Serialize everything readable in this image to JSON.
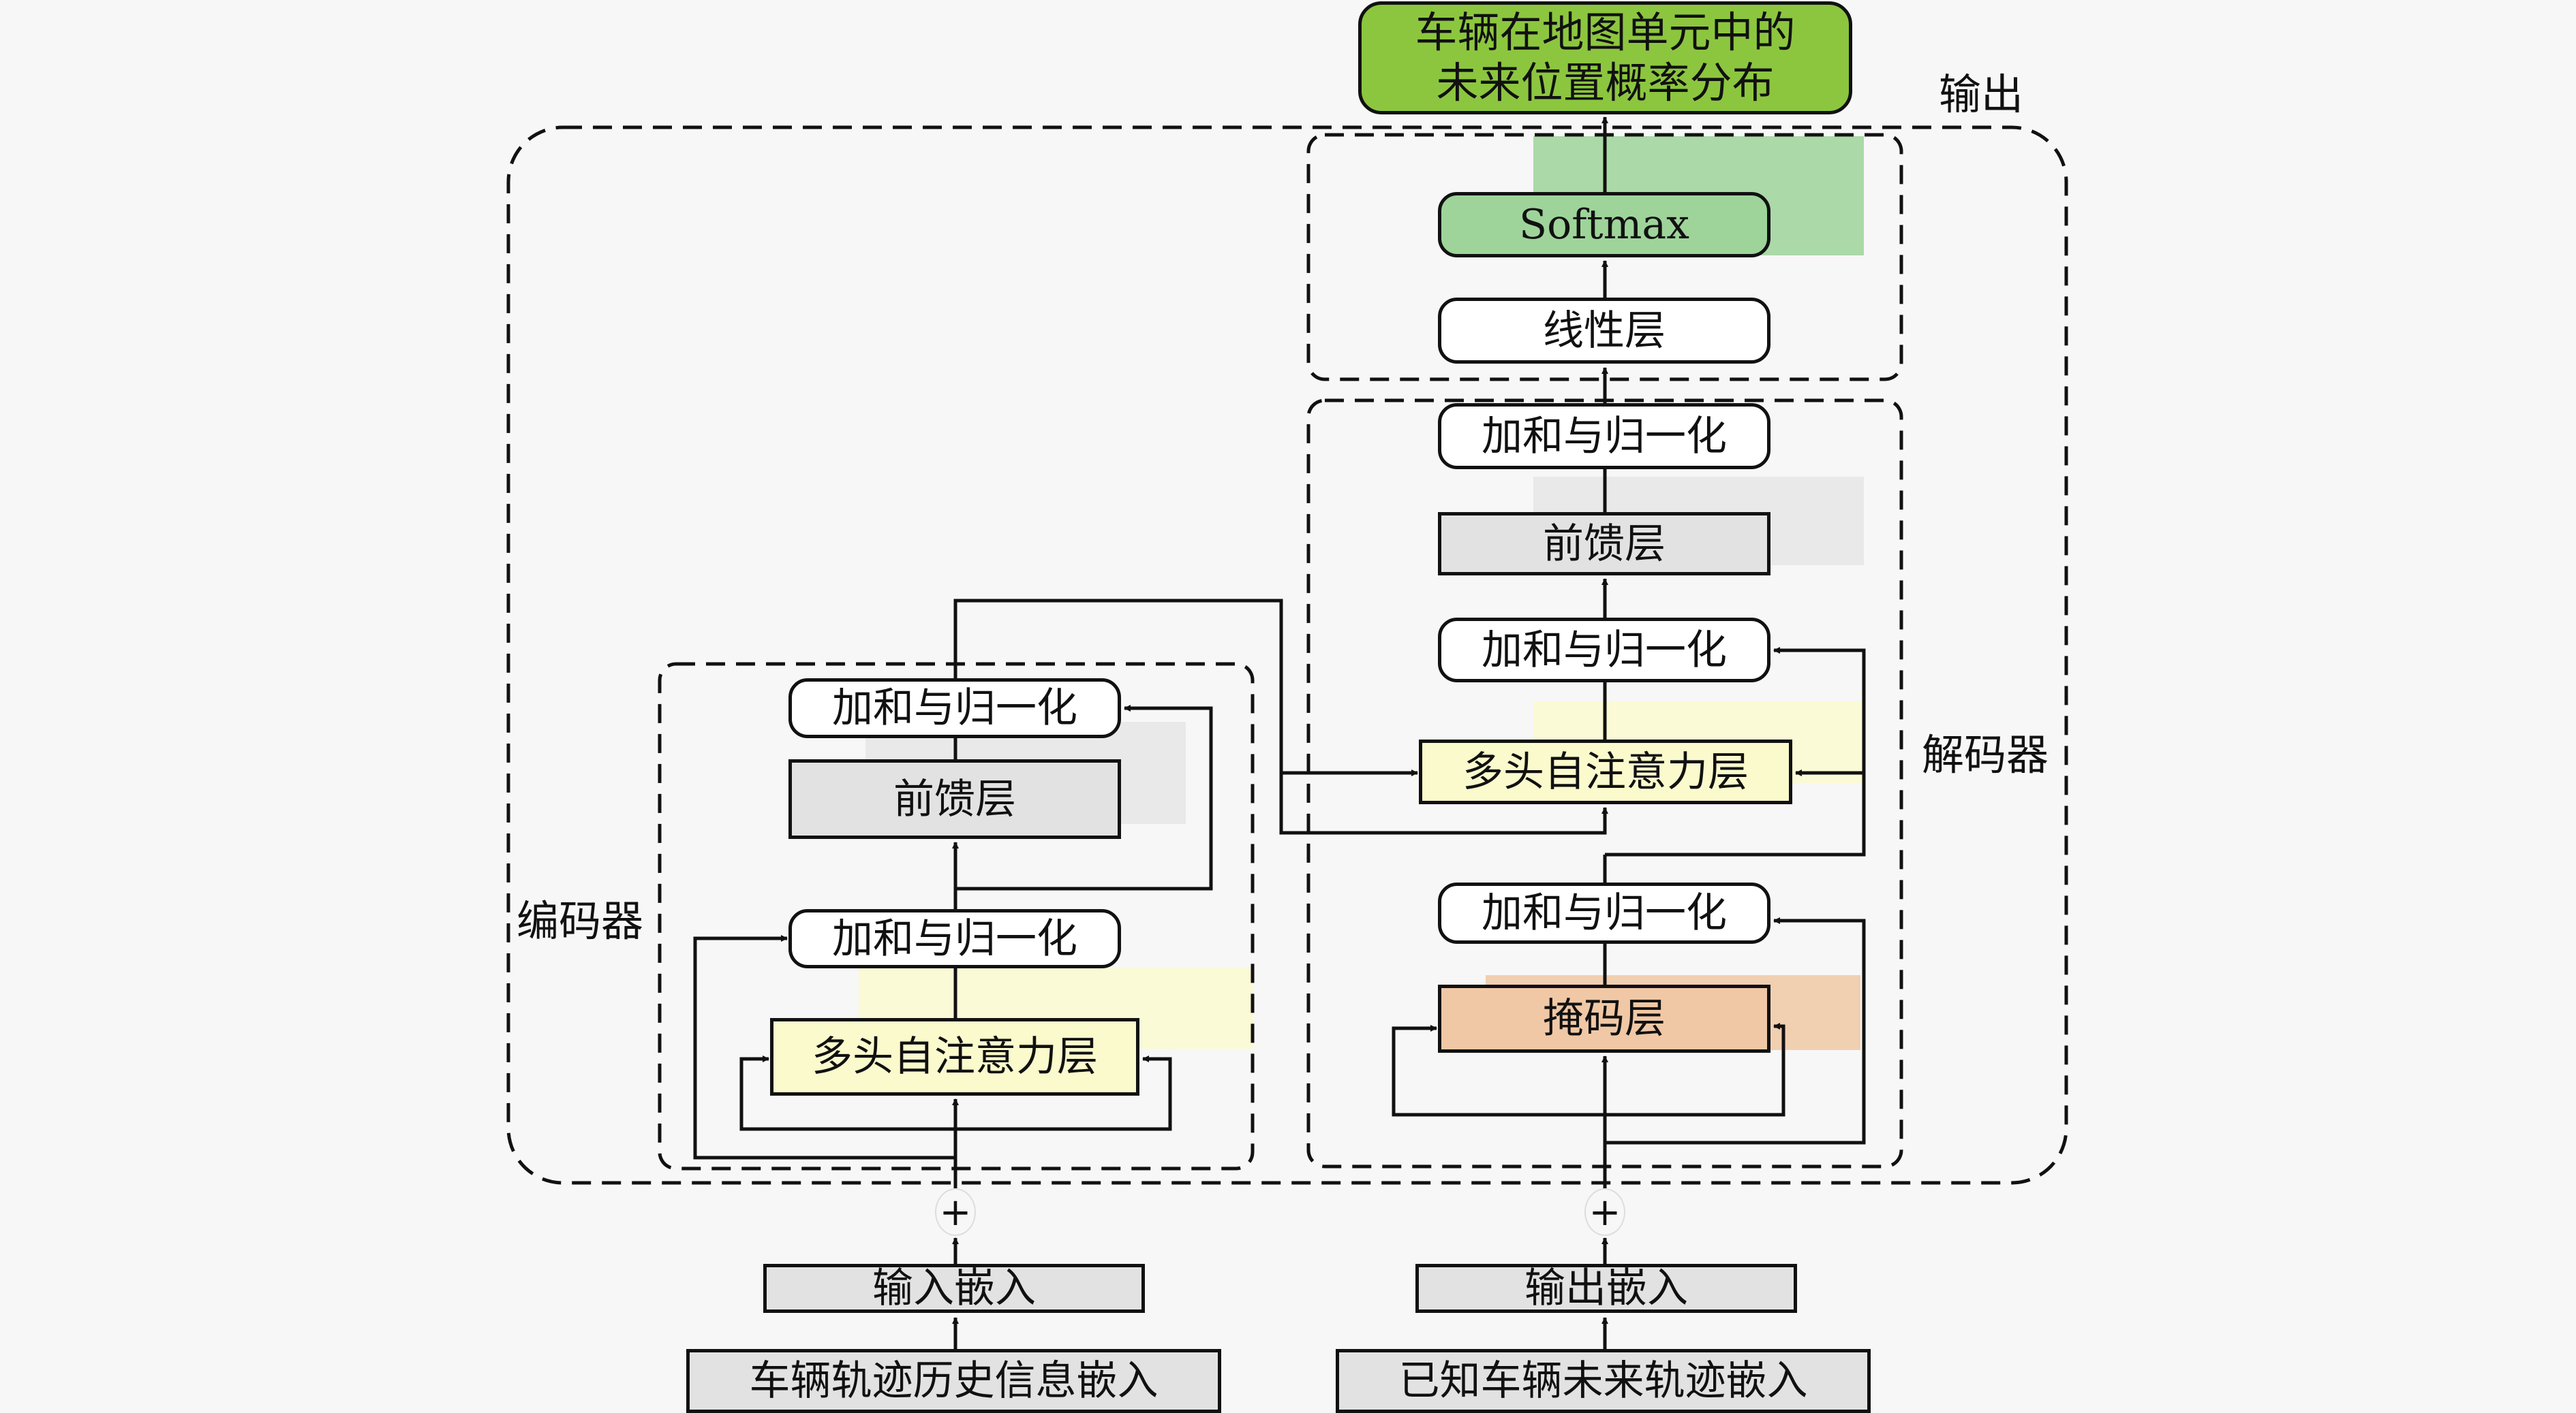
{
  "output": {
    "line1": "车辆在地图单元中的",
    "line2": "未来位置概率分布",
    "section_label": "输出"
  },
  "decoder_head": {
    "softmax": "Softmax",
    "linear": "线性层"
  },
  "decoder": {
    "section_label": "解码器",
    "add_norm_top": "加和与归一化",
    "feed_forward": "前馈层",
    "add_norm_mid": "加和与归一化",
    "multi_head_attention": "多头自注意力层",
    "add_norm_bottom": "加和与归一化",
    "masked": "掩码层"
  },
  "encoder": {
    "section_label": "编码器",
    "add_norm_top": "加和与归一化",
    "feed_forward": "前馈层",
    "add_norm_bottom": "加和与归一化",
    "multi_head_attention": "多头自注意力层"
  },
  "inputs": {
    "plus_symbol": "+",
    "input_embedding": "输入嵌入",
    "output_embedding": "输出嵌入",
    "history_embedding": "车辆轨迹历史信息嵌入",
    "future_embedding": "已知车辆未来轨迹嵌入"
  },
  "colors": {
    "output_green": "#8cc63f",
    "softmax_green": "#9ed49a",
    "attention_yellow": "#fafacd",
    "mask_peach": "#f0c8a5",
    "feedforward_gray": "#e2e2e2"
  }
}
